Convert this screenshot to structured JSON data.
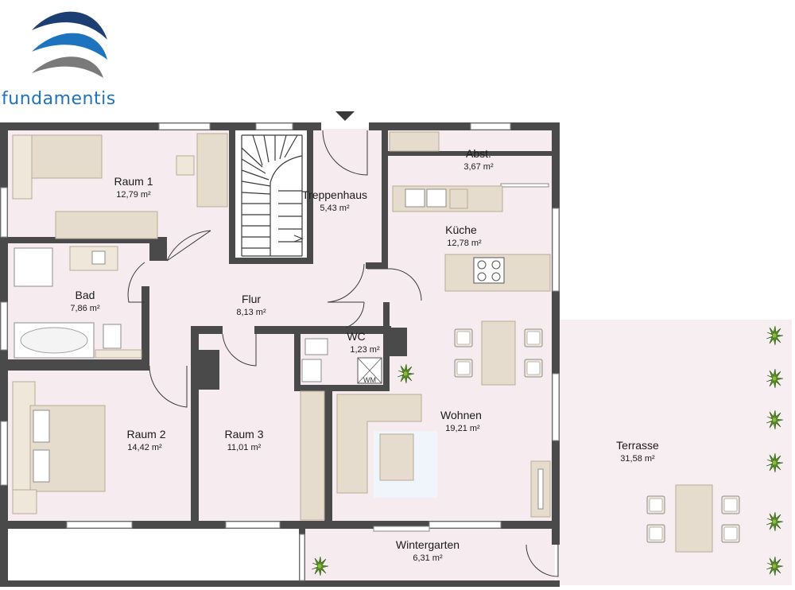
{
  "brand": {
    "name": "fundamentis",
    "colors": {
      "primary": "#1e73be",
      "dark": "#1b3f73",
      "grey": "#6b6b6b"
    }
  },
  "rooms": {
    "raum1": {
      "name": "Raum 1",
      "area": "12,79 m²"
    },
    "treppenhaus": {
      "name": "Treppenhaus",
      "area": "5,43 m²"
    },
    "abst": {
      "name": "Abst.",
      "area": "3,67 m²"
    },
    "kueche": {
      "name": "Küche",
      "area": "12,78 m²"
    },
    "bad": {
      "name": "Bad",
      "area": "7,86 m²"
    },
    "flur": {
      "name": "Flur",
      "area": "8,13 m²"
    },
    "wc": {
      "name": "WC",
      "area": "1,23 m²"
    },
    "wohnen": {
      "name": "Wohnen",
      "area": "19,21 m²"
    },
    "raum2": {
      "name": "Raum 2",
      "area": "14,42 m²"
    },
    "raum3": {
      "name": "Raum 3",
      "area": "11,01 m²"
    },
    "terrasse": {
      "name": "Terrasse",
      "area": "31,58 m²"
    },
    "wintergarten": {
      "name": "Wintergarten",
      "area": "6,31 m²"
    }
  },
  "fixtures": {
    "washing_machine": "WM"
  },
  "icons": {
    "entrance": "entrance-arrow-icon",
    "plant": "plant-icon",
    "logo": "logo-swoosh-icon"
  },
  "colors": {
    "wall": "#4a4a4a",
    "floor": "#f6ecef",
    "furniture": "#e6dccd",
    "plant": "#5a8f2a"
  }
}
